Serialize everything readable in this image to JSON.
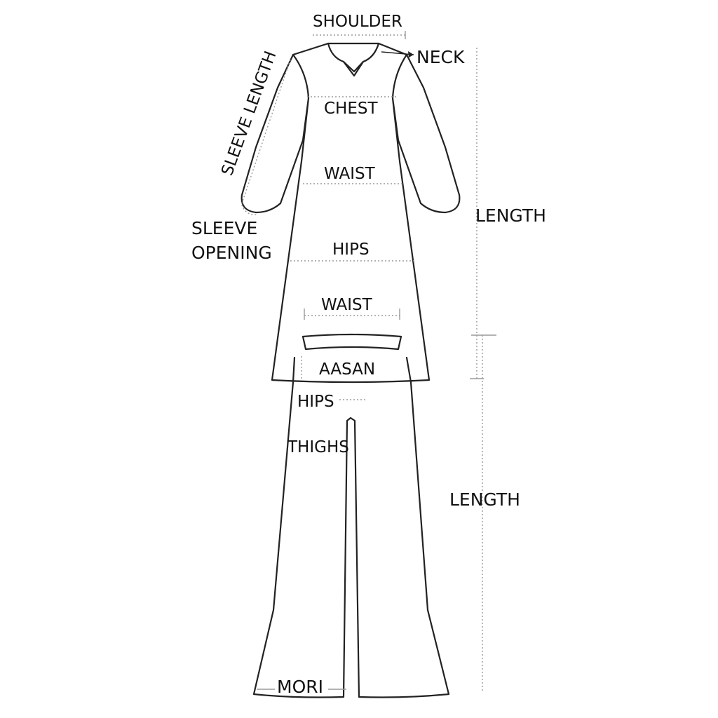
{
  "labels": {
    "shoulder": "SHOULDER",
    "neck": "NECK",
    "sleeve_length": "SLEEVE LENGTH",
    "chest": "CHEST",
    "waist_top": "WAIST",
    "length_top": "LENGTH",
    "sleeve_opening_line1": "SLEEVE",
    "sleeve_opening_line2": "OPENING",
    "hips_top": "HIPS",
    "waist_bottom": "WAIST",
    "aasan": "AASAN",
    "hips_bottom": "HIPS",
    "thighs": "THIGHS",
    "length_bottom": "LENGTH",
    "mori": "MORI"
  },
  "colors": {
    "line": "#222222",
    "guide": "#9a9a9a",
    "text": "#111111"
  }
}
